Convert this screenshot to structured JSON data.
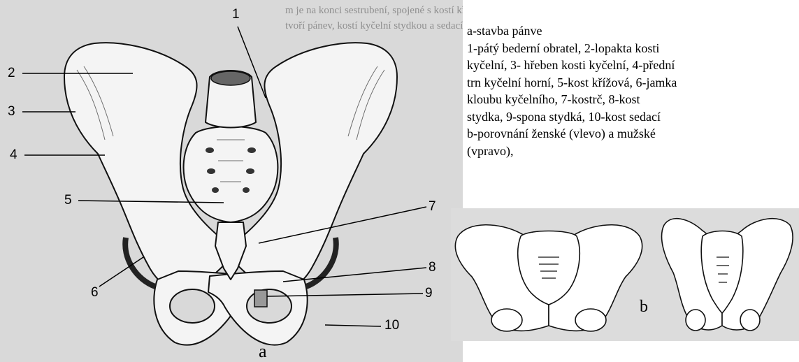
{
  "caption": {
    "title": "a-stavba pánve",
    "lines": [
      "1-pátý bederní obratel, 2-lopakta kosti",
      "kyčelní, 3- hřeben kosti kyčelní, 4-přední",
      "trn kyčelní horní, 5-kost křížová, 6-jamka",
      "kloubu kyčelního, 7-kostrč, 8-kost",
      "stydka, 9-spona stydká, 10-kost sedací",
      "b-porovnání ženské (vlevo) a mužské",
      "(vpravo),"
    ]
  },
  "labels": [
    "1",
    "2",
    "3",
    "4",
    "5",
    "6",
    "7",
    "8",
    "9",
    "10"
  ],
  "panel_letters": {
    "a": "a",
    "b": "b"
  },
  "background_text": [
    "m je na konci sestrubení, spojené s kostí křížovou",
    "tvoří pánev, kostí kyčelní stydkou a sedací"
  ]
}
